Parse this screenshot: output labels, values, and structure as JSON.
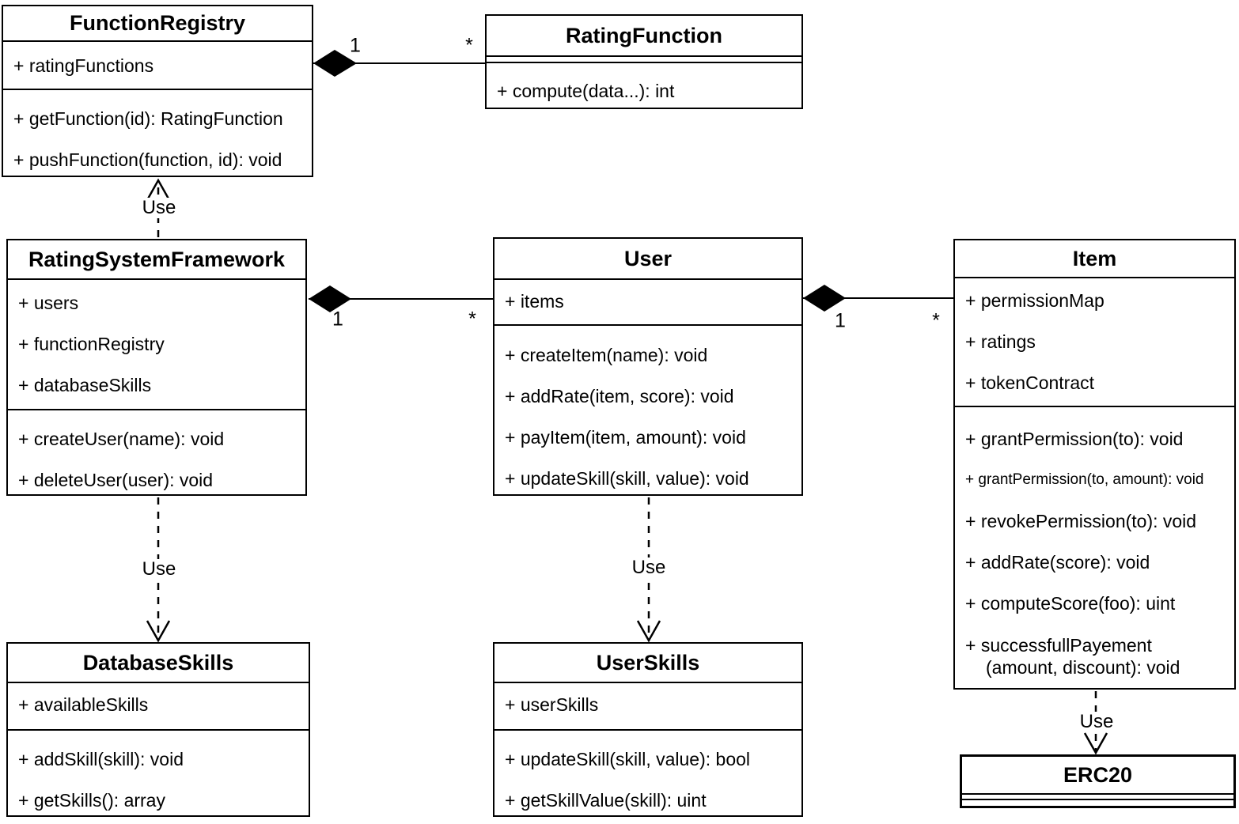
{
  "diagram": {
    "colors": {
      "stroke": "#000000",
      "background": "#ffffff",
      "text": "#000000"
    },
    "classes": {
      "functionRegistry": {
        "title": "FunctionRegistry",
        "attributes": [
          "+ ratingFunctions"
        ],
        "methods": [
          "+ getFunction(id): RatingFunction",
          "+ pushFunction(function, id): void"
        ]
      },
      "ratingFunction": {
        "title": "RatingFunction",
        "attributes": [],
        "methods": [
          "+ compute(data...): int"
        ]
      },
      "ratingSystemFramework": {
        "title": "RatingSystemFramework",
        "attributes": [
          "+ users",
          "+ functionRegistry",
          "+ databaseSkills"
        ],
        "methods": [
          "+ createUser(name): void",
          "+ deleteUser(user): void"
        ]
      },
      "user": {
        "title": "User",
        "attributes": [
          "+ items"
        ],
        "methods": [
          "+ createItem(name): void",
          "+ addRate(item, score): void",
          "+ payItem(item, amount): void",
          "+ updateSkill(skill, value): void"
        ]
      },
      "item": {
        "title": "Item",
        "attributes": [
          "+ permissionMap",
          "+ ratings",
          "+ tokenContract"
        ],
        "methods": [
          "+ grantPermission(to): void",
          "+ grantPermission(to, amount): void",
          "+ revokePermission(to): void",
          "+ addRate(score): void",
          "+ computeScore(foo): uint",
          "+ successfullPayement",
          "(amount, discount): void"
        ]
      },
      "databaseSkills": {
        "title": "DatabaseSkills",
        "attributes": [
          "+ availableSkills"
        ],
        "methods": [
          "+ addSkill(skill): void",
          "+ getSkills(): array"
        ]
      },
      "userSkills": {
        "title": "UserSkills",
        "attributes": [
          "+ userSkills"
        ],
        "methods": [
          "+ updateSkill(skill, value): bool",
          "+ getSkillValue(skill): uint"
        ]
      },
      "erc20": {
        "title": "ERC20",
        "attributes": [],
        "methods": []
      }
    },
    "relations": {
      "registry_function": {
        "type": "composition",
        "from_label": "1",
        "to_label": "*"
      },
      "framework_user": {
        "type": "composition",
        "from_label": "1",
        "to_label": "*"
      },
      "user_item": {
        "type": "composition",
        "from_label": "1",
        "to_label": "*"
      },
      "framework_registry_use": {
        "type": "dependency",
        "label": "Use"
      },
      "framework_dbskills_use": {
        "type": "dependency",
        "label": "Use"
      },
      "user_userskills_use": {
        "type": "dependency",
        "label": "Use"
      },
      "item_erc20_use": {
        "type": "dependency",
        "label": "Use"
      }
    }
  }
}
